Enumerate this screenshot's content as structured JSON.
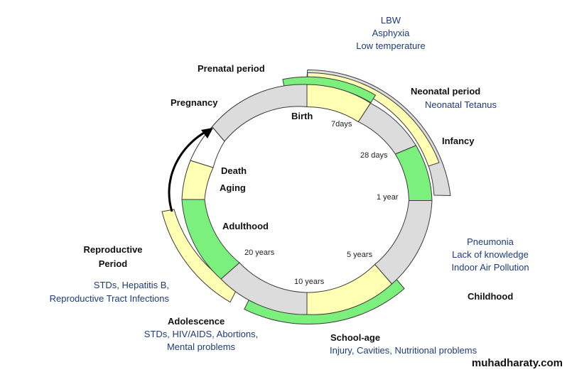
{
  "colors": {
    "green": "#7cf07c",
    "yellow": "#ffffb3",
    "gray": "#dcdcdc",
    "stroke": "#3a3a3a",
    "text_blue": "#1f3a7a"
  },
  "ring_labels": {
    "birth": "Birth",
    "days7": "7days",
    "days28": "28 days",
    "year1": "1 year",
    "years5": "5 years",
    "years10": "10 years",
    "years20": "20 years",
    "death": "Death",
    "aging": "Aging",
    "adulthood": "Adulthood"
  },
  "stages": {
    "prenatal": "Prenatal period",
    "pregnancy": "Pregnancy",
    "neonatal": "Neonatal period",
    "infancy": "Infancy",
    "childhood": "Childhood",
    "school_age": "School-age",
    "adolescence": "Adolescence",
    "reproductive": [
      "Reproductive",
      "Period"
    ]
  },
  "risks": {
    "perinatal": [
      "LBW",
      "Asphyxia",
      "Low temperature"
    ],
    "neonatal": [
      "Neonatal Tetanus"
    ],
    "childhood": [
      "Pneumonia",
      "Lack of knowledge",
      "Indoor Air Pollution"
    ],
    "reproductive": [
      "STDs, Hepatitis B,",
      "Reproductive Tract Infections"
    ],
    "adolescence": [
      "STDs, HIV/AIDS, Abortions,",
      "Mental problems"
    ],
    "school_age": [
      "Injury, Cavities, Nutritional problems"
    ]
  },
  "watermark": "muhadharaty.com"
}
